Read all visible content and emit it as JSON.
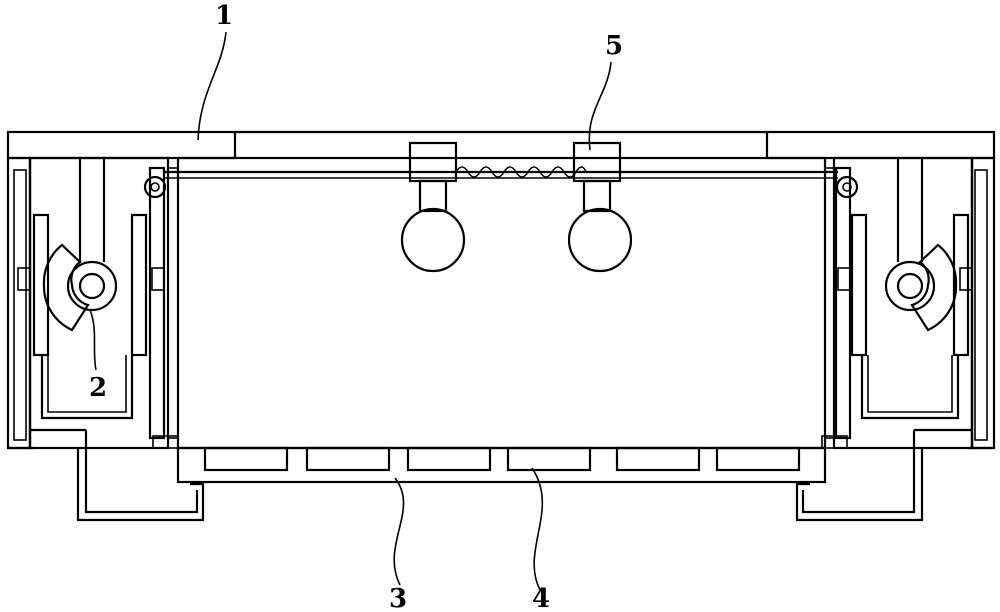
{
  "diagram": {
    "labels": {
      "frame": "1",
      "cam": "2",
      "bottom_plate": "3",
      "bottom_slot": "4",
      "slider_spring": "5"
    },
    "colors": {
      "line": "#000000",
      "background": "#ffffff"
    }
  }
}
